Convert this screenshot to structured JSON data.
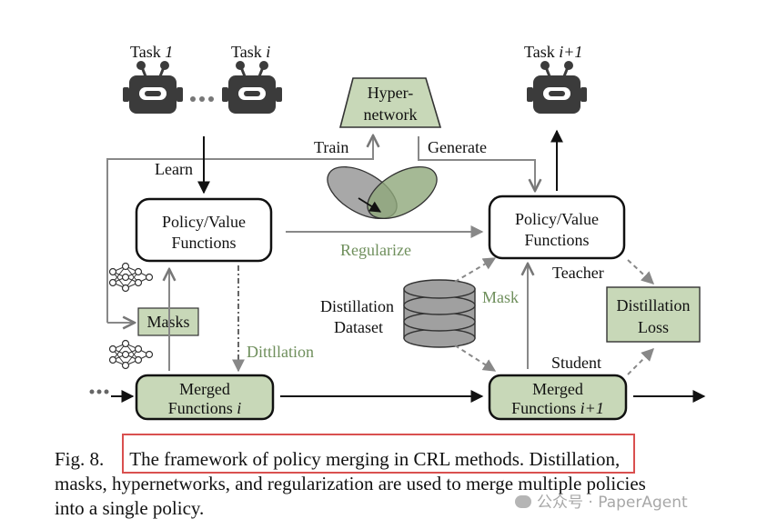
{
  "figure": {
    "tasks": {
      "task_1": {
        "prefix": "Task ",
        "num": "1"
      },
      "task_i": {
        "prefix": "Task ",
        "num": "i"
      },
      "task_i1": {
        "prefix": "Task ",
        "num": "i+1"
      }
    },
    "hypernetwork": {
      "line1": "Hyper-",
      "line2": "network"
    },
    "edges": {
      "train": "Train",
      "generate": "Generate",
      "learn": "Learn",
      "regularize": "Regularize",
      "dittllation": "Dittllation",
      "mask": "Mask",
      "teacher": "Teacher",
      "student": "Student"
    },
    "policy_left": {
      "line1": "Policy/Value",
      "line2": "Functions"
    },
    "policy_right": {
      "line1": "Policy/Value",
      "line2": "Functions"
    },
    "masks": "Masks",
    "dataset": {
      "line1": "Distillation",
      "line2": "Dataset"
    },
    "distillation_loss": {
      "line1": "Distillation",
      "line2": "Loss"
    },
    "merged_left": {
      "line1": "Merged",
      "line2a": "Functions ",
      "line2b": "i"
    },
    "merged_right": {
      "line1": "Merged",
      "line2a": "Functions ",
      "line2b": "i+1"
    }
  },
  "caption": {
    "prefix": "Fig. 8.",
    "highlighted": "The framework of policy merging in CRL methods.",
    "rest": "Distillation,",
    "line2": "masks, hypernetworks, and regularization are used to merge multiple policies",
    "line3": "into a single policy."
  },
  "watermark": "公众号 · PaperAgent",
  "colors": {
    "green_fill": "#c8d8b8",
    "green_dark": "#8fa77a",
    "green_text": "#6f8f5c",
    "robot": "#3b3b3b",
    "highlight": "#d9504f"
  }
}
